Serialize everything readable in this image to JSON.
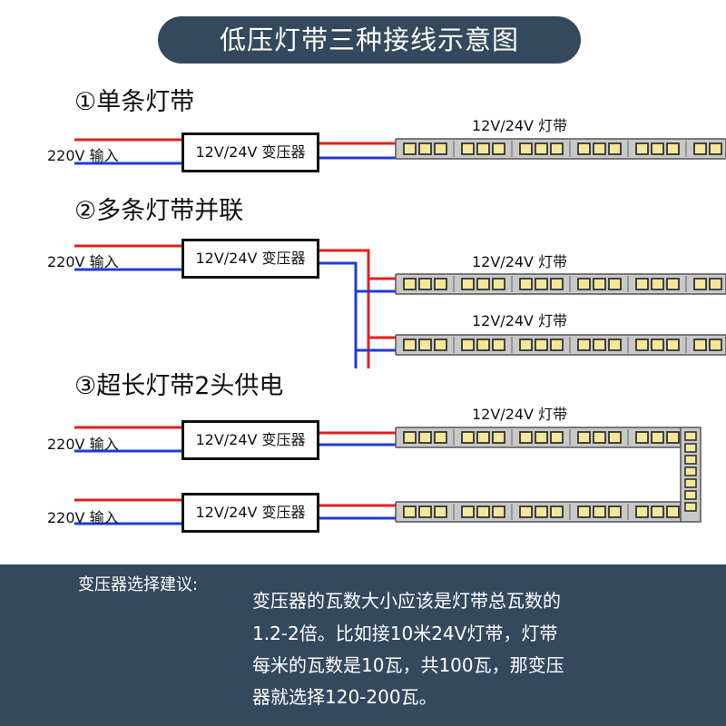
{
  "title": "低压灯带三种接线示意图",
  "sections": [
    {
      "label": "①单条灯带",
      "input_label": "220V 输入",
      "transformer_label": "12V/24V 变压器",
      "strip_labels": [
        "12V/24V 灯带"
      ]
    },
    {
      "label": "②多条灯带并联",
      "input_label": "220V 输入",
      "transformer_label": "12V/24V 变压器",
      "strip_labels": [
        "12V/24V 灯带",
        "12V/24V 灯带"
      ]
    },
    {
      "label": "③超长灯带2头供电",
      "input_labels": [
        "220V 输入",
        "220V 输入"
      ],
      "transformer_labels": [
        "12V/24V 变压器",
        "12V/24V 变压器"
      ],
      "strip_label": "12V/24V 灯带"
    }
  ],
  "advice": {
    "label": "变压器选择建议:",
    "lines": [
      "变压器的瓦数大小应该是灯带总瓦数的",
      "1.2-2倍。比如接10米24V灯带，灯带",
      "每米的瓦数是10瓦，共100瓦，那变压",
      "器就选择120-200瓦。"
    ]
  },
  "colors": {
    "header_bg": "#34495e",
    "wire_positive": "#e02020",
    "wire_negative": "#1f3bd6",
    "strip_body": "#c8c8c8",
    "led_chip": "#f4e79a"
  }
}
